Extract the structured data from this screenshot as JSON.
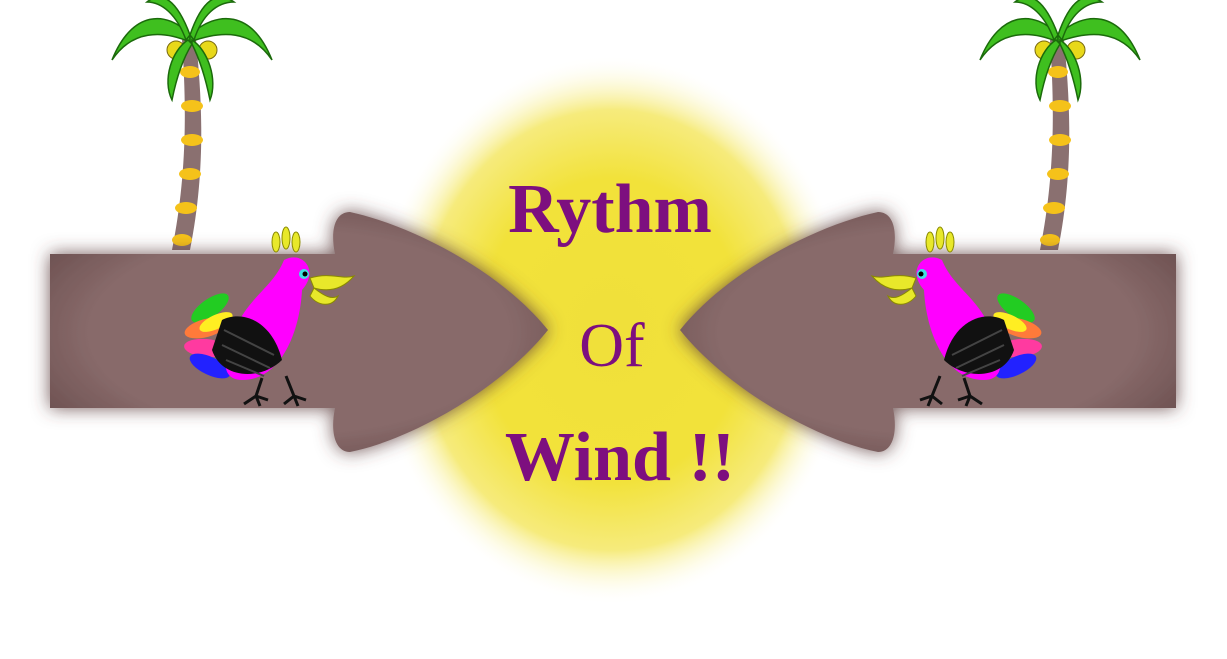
{
  "title": {
    "line1": "Rythm",
    "line2": "Of",
    "line3": "Wind !!"
  },
  "colors": {
    "text": "#7d0f7f",
    "arrow": "#886a6a",
    "sun": "#f2e23a",
    "palm_leaf": "#3fbf1f",
    "trunk_dark": "#8a7070",
    "trunk_light": "#f5c21a",
    "bird_body": "#ff00ff",
    "bird_wing": "#111111",
    "bird_beak": "#e8e82a"
  },
  "icons": [
    "palm-tree-icon",
    "bird-icon",
    "arrow-icon",
    "sun-glow-icon"
  ]
}
